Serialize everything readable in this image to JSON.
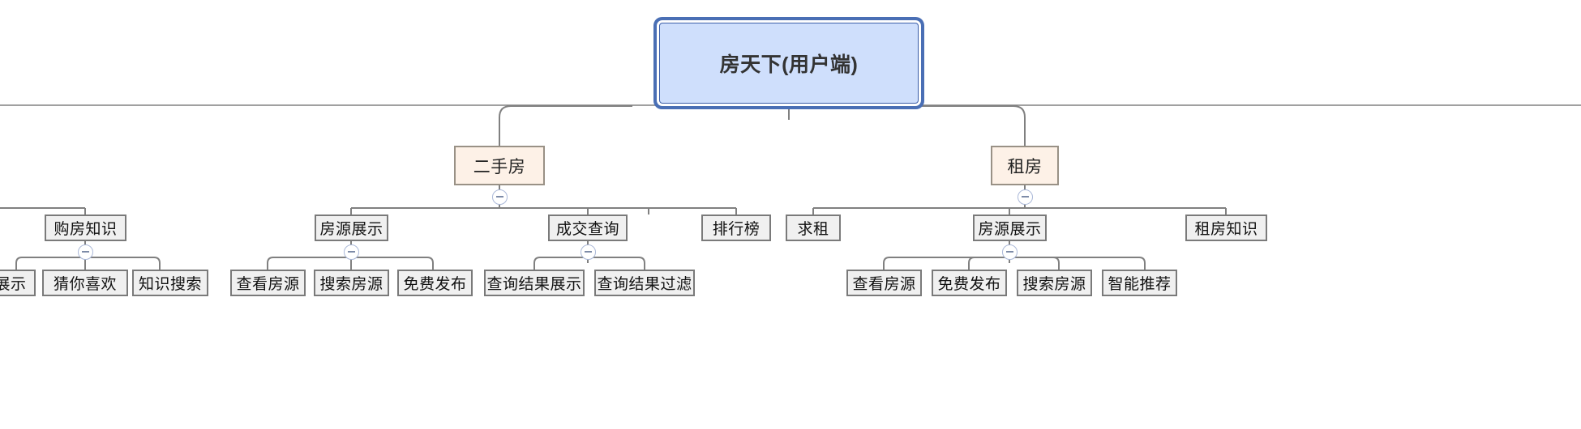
{
  "diagram": {
    "type": "mind-map-tree",
    "title": "房天下(用户端)",
    "background": "#ffffff",
    "colors": {
      "root_fill": "#cfdffc",
      "root_border": "#4a6fb5",
      "level2_fill": "#fdf1e7",
      "level2_border": "#999186",
      "leaf_fill": "#f0f0f0",
      "leaf_border": "#7a7a7a",
      "connector": "#808080",
      "toggle_border": "#aab8d8"
    },
    "root": {
      "label": "房天下(用户端)"
    },
    "branches": [
      {
        "label": "购房知识",
        "level": 3,
        "toggle": "minus",
        "children": [
          {
            "label": "展示",
            "clipped": true
          },
          {
            "label": "猜你喜欢"
          },
          {
            "label": "知识搜索"
          }
        ]
      },
      {
        "label": "二手房",
        "level": 2,
        "toggle": "minus",
        "children": [
          {
            "label": "房源展示",
            "toggle": "minus",
            "children": [
              {
                "label": "查看房源"
              },
              {
                "label": "搜索房源"
              },
              {
                "label": "免费发布"
              }
            ]
          },
          {
            "label": "成交查询",
            "toggle": "minus",
            "children": [
              {
                "label": "查询结果展示"
              },
              {
                "label": "查询结果过滤"
              }
            ]
          },
          {
            "label": "排行榜",
            "children": []
          }
        ]
      },
      {
        "label": "租房",
        "level": 2,
        "toggle": "minus",
        "children": [
          {
            "label": "求租",
            "children": []
          },
          {
            "label": "房源展示",
            "toggle": "minus",
            "children": [
              {
                "label": "查看房源"
              },
              {
                "label": "免费发布"
              },
              {
                "label": "搜索房源"
              },
              {
                "label": "智能推荐"
              }
            ]
          },
          {
            "label": "租房知识",
            "children": []
          }
        ]
      }
    ]
  },
  "nodes": {
    "root": "房天下(用户端)",
    "ershoufang": "二手房",
    "zufang": "租房",
    "goufangzhishi": "购房知识",
    "zhanshi_clipped": "展示",
    "caini": "猜你喜欢",
    "zhishisousuo": "知识搜索",
    "fangyuanzhanshi_a": "房源展示",
    "chakanfangyuan_a": "查看房源",
    "sousuofangyuan_a": "搜索房源",
    "mianfeifabu_a": "免费发布",
    "chengjiaochaxun": "成交查询",
    "chaxunjieguozhanshi": "查询结果展示",
    "chaxunjieguoguolv": "查询结果过滤",
    "paihangbang": "排行榜",
    "qiuzu": "求租",
    "fangyuanzhanshi_b": "房源展示",
    "chakanfangyuan_b": "查看房源",
    "mianfeifabu_b": "免费发布",
    "sousuofangyuan_b": "搜索房源",
    "zhinengtuijian": "智能推荐",
    "zufangzhishi": "租房知识"
  }
}
